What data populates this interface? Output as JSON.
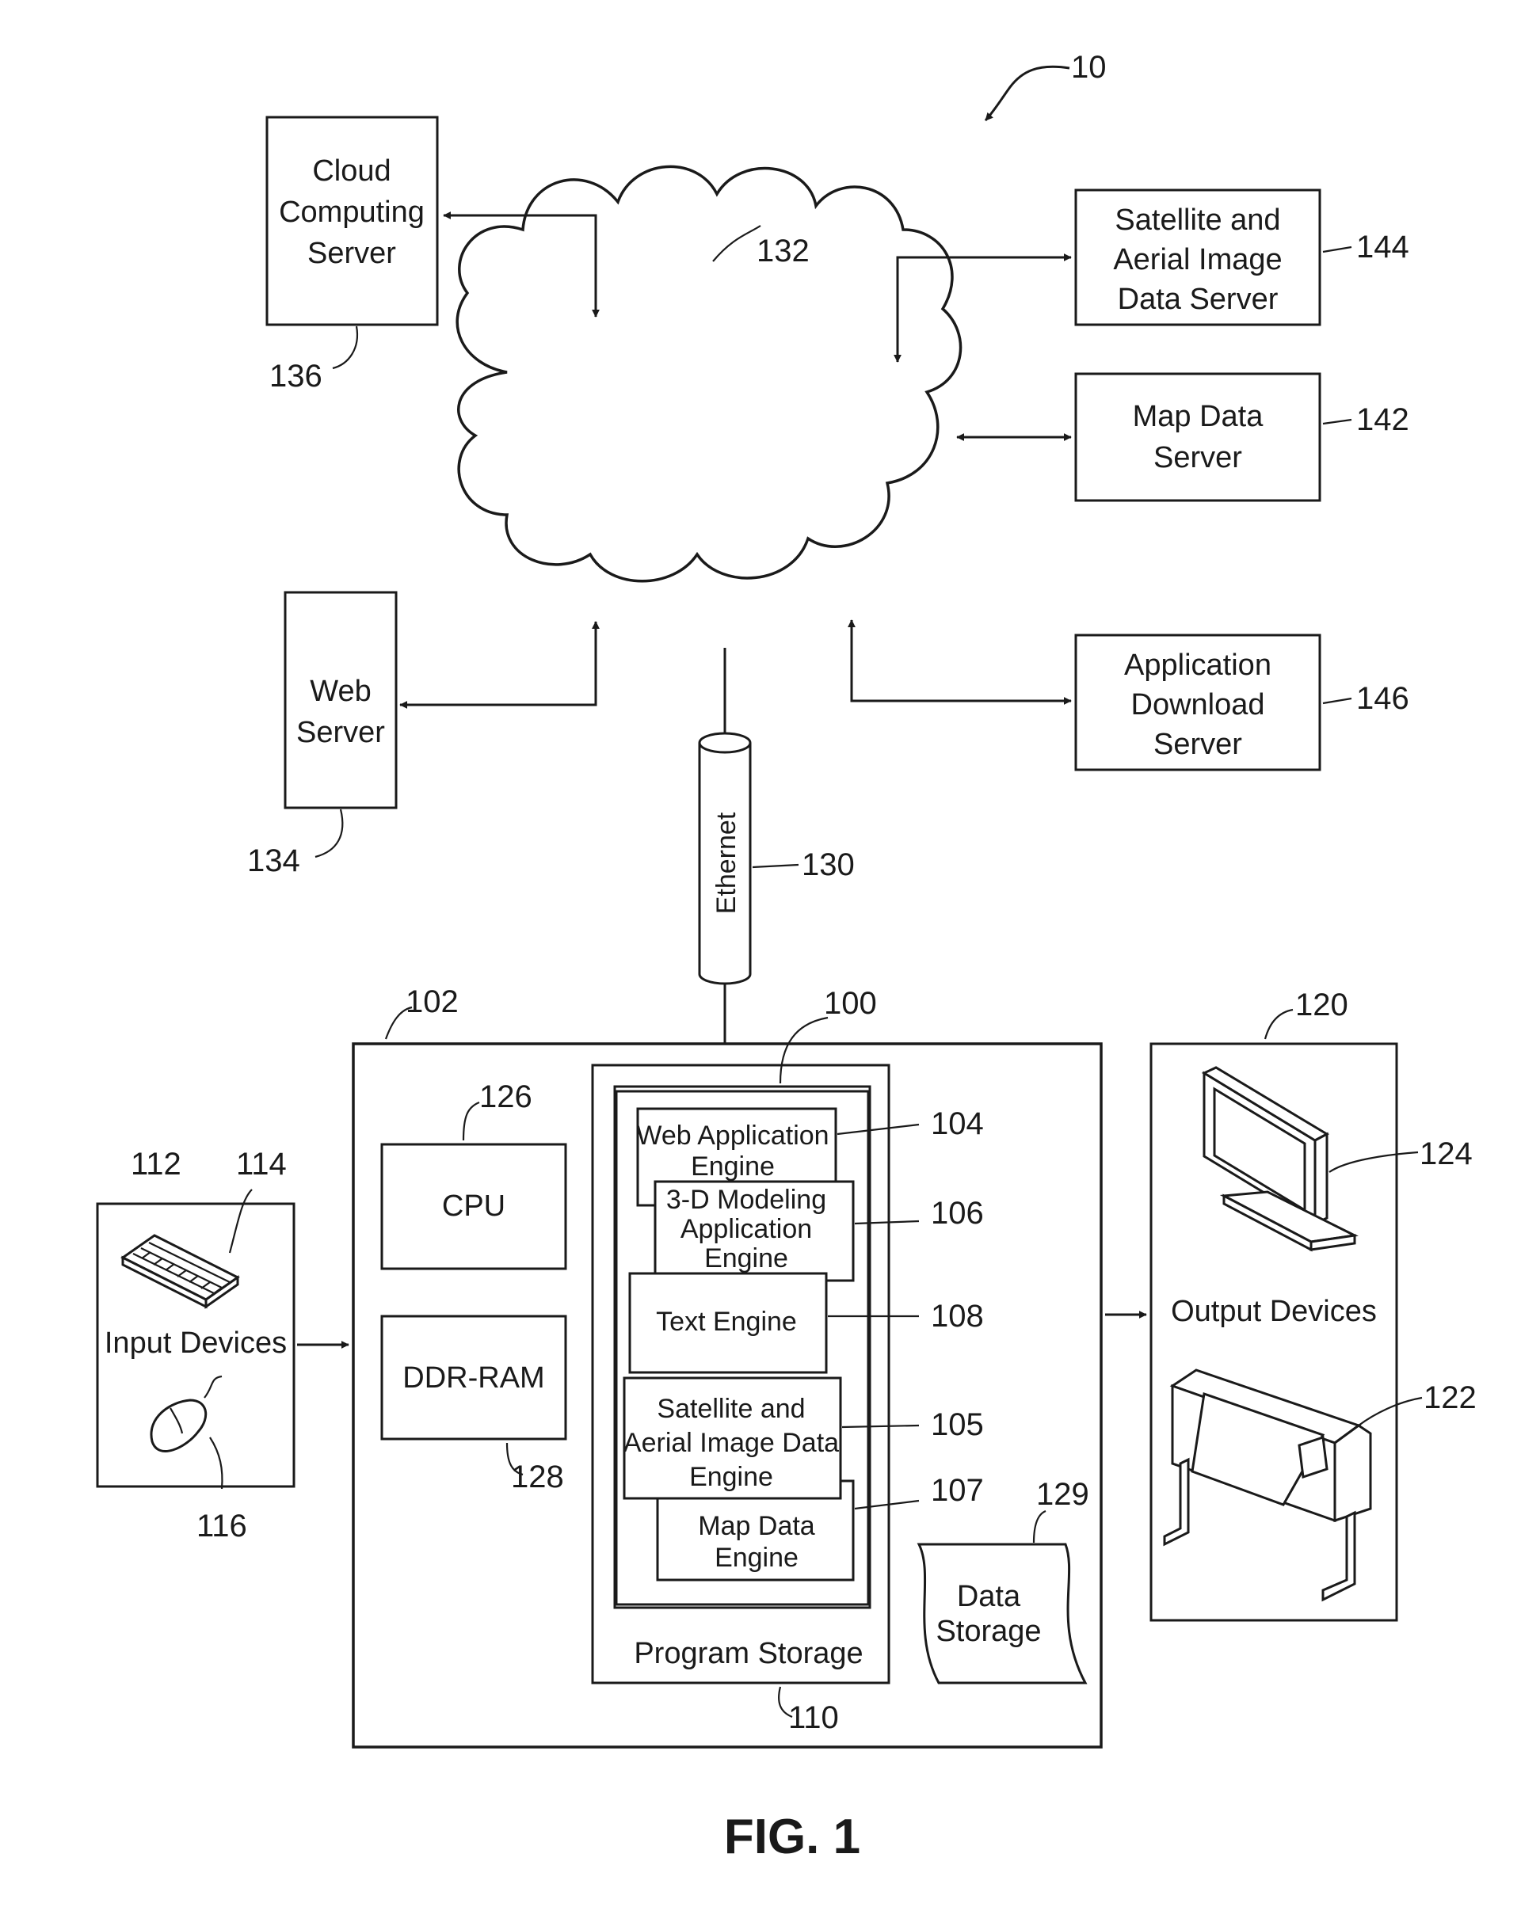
{
  "figure": {
    "caption": "FIG. 1",
    "system_ref": "10"
  },
  "network": {
    "ref": "132"
  },
  "ethernet": {
    "label": "Ethernet",
    "ref": "130"
  },
  "servers": {
    "cloud": {
      "lines": [
        "Cloud",
        "Computing",
        "Server"
      ],
      "ref": "136"
    },
    "web": {
      "lines": [
        "Web",
        "Server"
      ],
      "ref": "134"
    },
    "satellite": {
      "lines": [
        "Satellite and",
        "Aerial Image",
        "Data Server"
      ],
      "ref": "144"
    },
    "map": {
      "lines": [
        "Map Data",
        "Server"
      ],
      "ref": "142"
    },
    "appdownload": {
      "lines": [
        "Application",
        "Download",
        "Server"
      ],
      "ref": "146"
    }
  },
  "computer": {
    "ref": "102",
    "cpu": {
      "label": "CPU",
      "ref": "126"
    },
    "ram": {
      "label": "DDR-RAM",
      "ref": "128"
    },
    "program_storage": {
      "label": "Program Storage",
      "ref": "110"
    },
    "app_group_ref": "100",
    "engines": {
      "web": {
        "lines": [
          "Web Application",
          "Engine"
        ],
        "ref": "104"
      },
      "modeling": {
        "lines": [
          "3-D Modeling",
          "Application",
          "Engine"
        ],
        "ref": "106"
      },
      "text": {
        "lines": [
          "Text Engine"
        ],
        "ref": "108"
      },
      "satellite": {
        "lines": [
          "Satellite and",
          "Aerial Image Data",
          "Engine"
        ],
        "ref": "105"
      },
      "map": {
        "lines": [
          "Map Data",
          "Engine"
        ],
        "ref": "107"
      }
    },
    "data_storage": {
      "lines": [
        "Data",
        "Storage"
      ],
      "ref": "129"
    }
  },
  "input": {
    "label": "Input Devices",
    "ref": "112",
    "keyboard_ref": "114",
    "mouse_ref": "116",
    "icons": [
      "keyboard-icon",
      "mouse-icon"
    ]
  },
  "output": {
    "label": "Output Devices",
    "ref": "120",
    "monitor_ref": "124",
    "printer_ref": "122",
    "icons": [
      "monitor-icon",
      "printer-icon"
    ]
  }
}
